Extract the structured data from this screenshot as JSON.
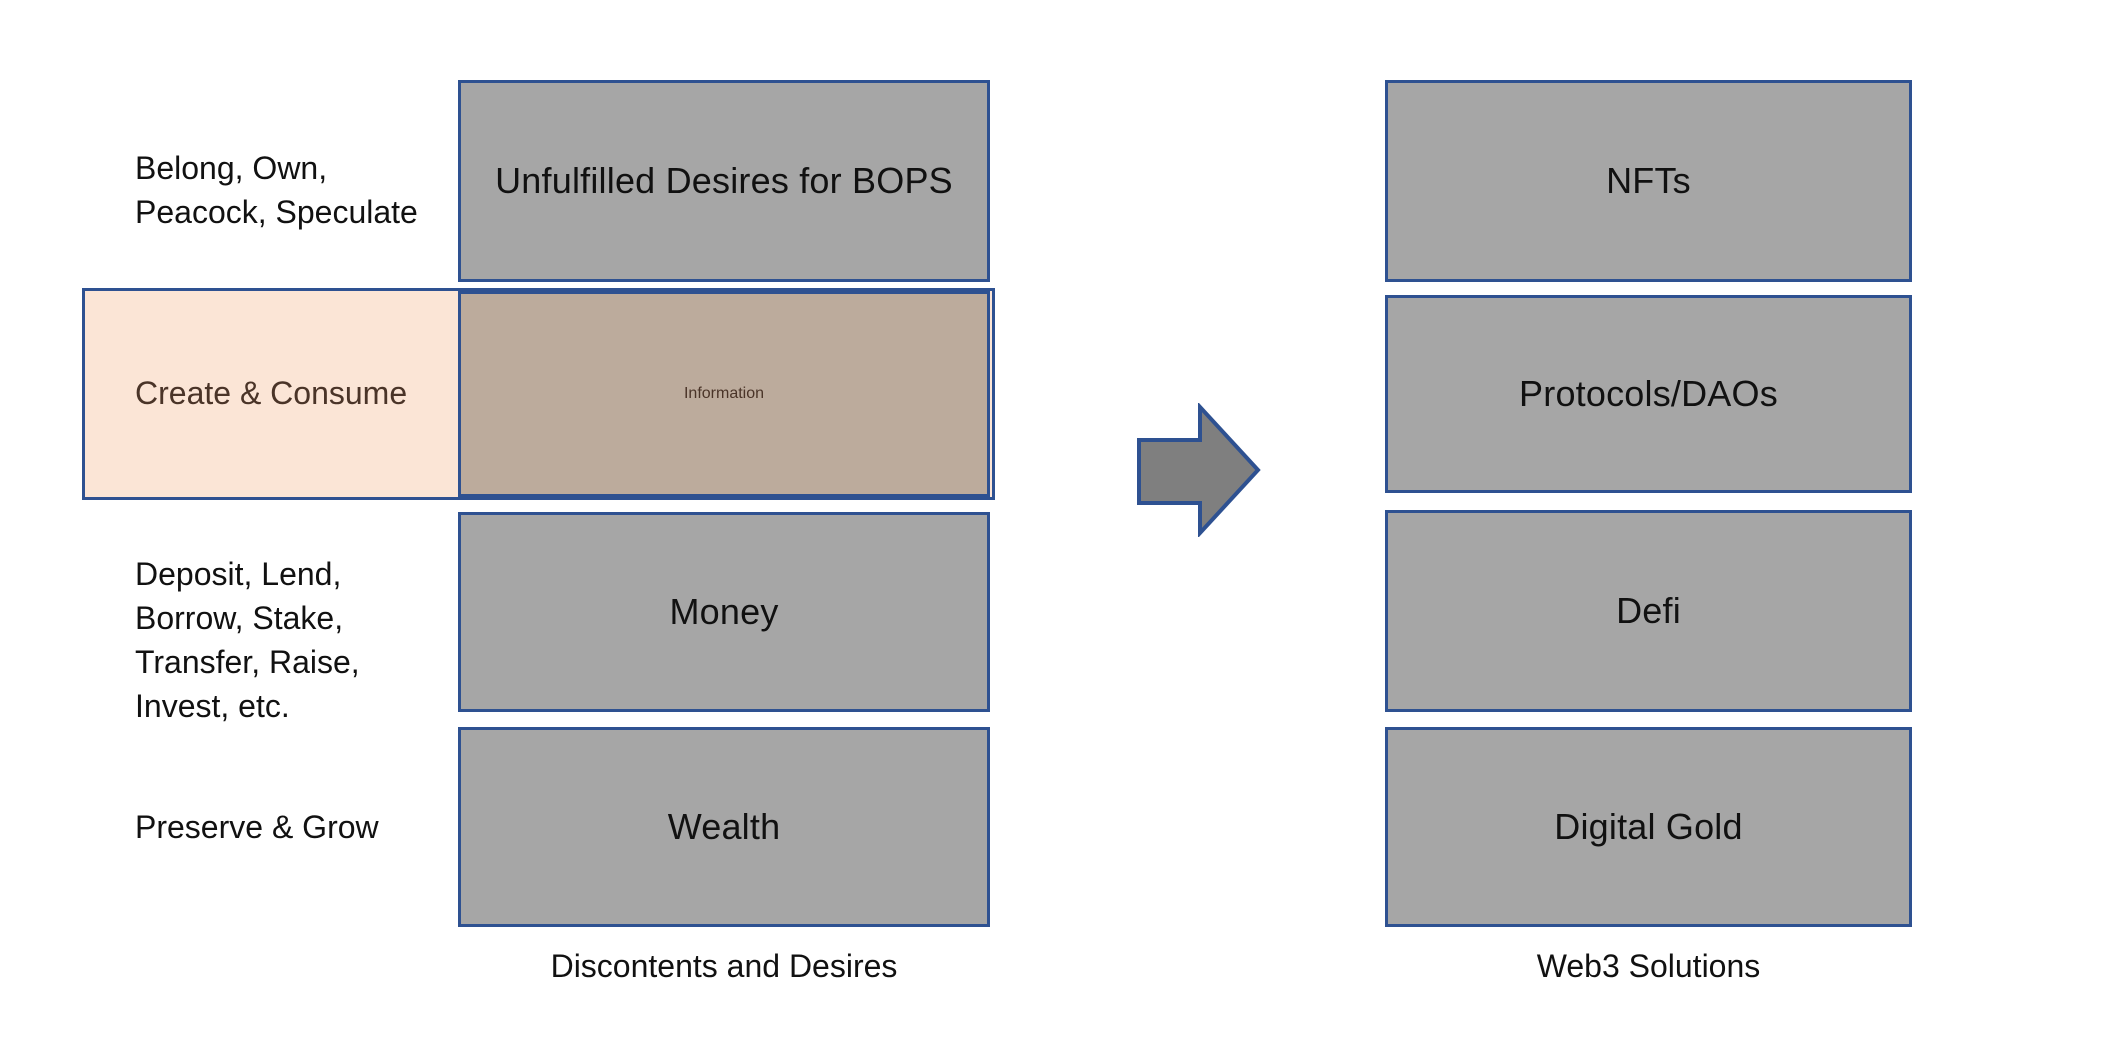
{
  "rows": [
    {
      "left_label": "Belong, Own,\nPeacock, Speculate",
      "desire": "Unfulfilled Desires for BOPS",
      "solution": "NFTs",
      "highlighted": false
    },
    {
      "left_label": "Create & Consume",
      "desire": "Information",
      "solution": "Protocols/DAOs",
      "highlighted": true
    },
    {
      "left_label": "Deposit, Lend,\nBorrow, Stake,\nTransfer, Raise,\nInvest, etc.",
      "desire": "Money",
      "solution": "Defi",
      "highlighted": false
    },
    {
      "left_label": "Preserve & Grow",
      "desire": "Wealth",
      "solution": "Digital Gold",
      "highlighted": false
    }
  ],
  "captions": {
    "middle_column": "Discontents and Desires",
    "right_column": "Web3 Solutions"
  },
  "colors": {
    "background": "#ffffff",
    "box_fill": "#a6a6a6",
    "box_border": "#2e5191",
    "box_text": "#111111",
    "highlight_fill": "#fbe5d6",
    "info_fill": "#bcab9c",
    "brown_text": "#4a3428",
    "arrow_fill": "#7f7f7f",
    "label_text": "#111111",
    "caption_text": "#111111"
  }
}
